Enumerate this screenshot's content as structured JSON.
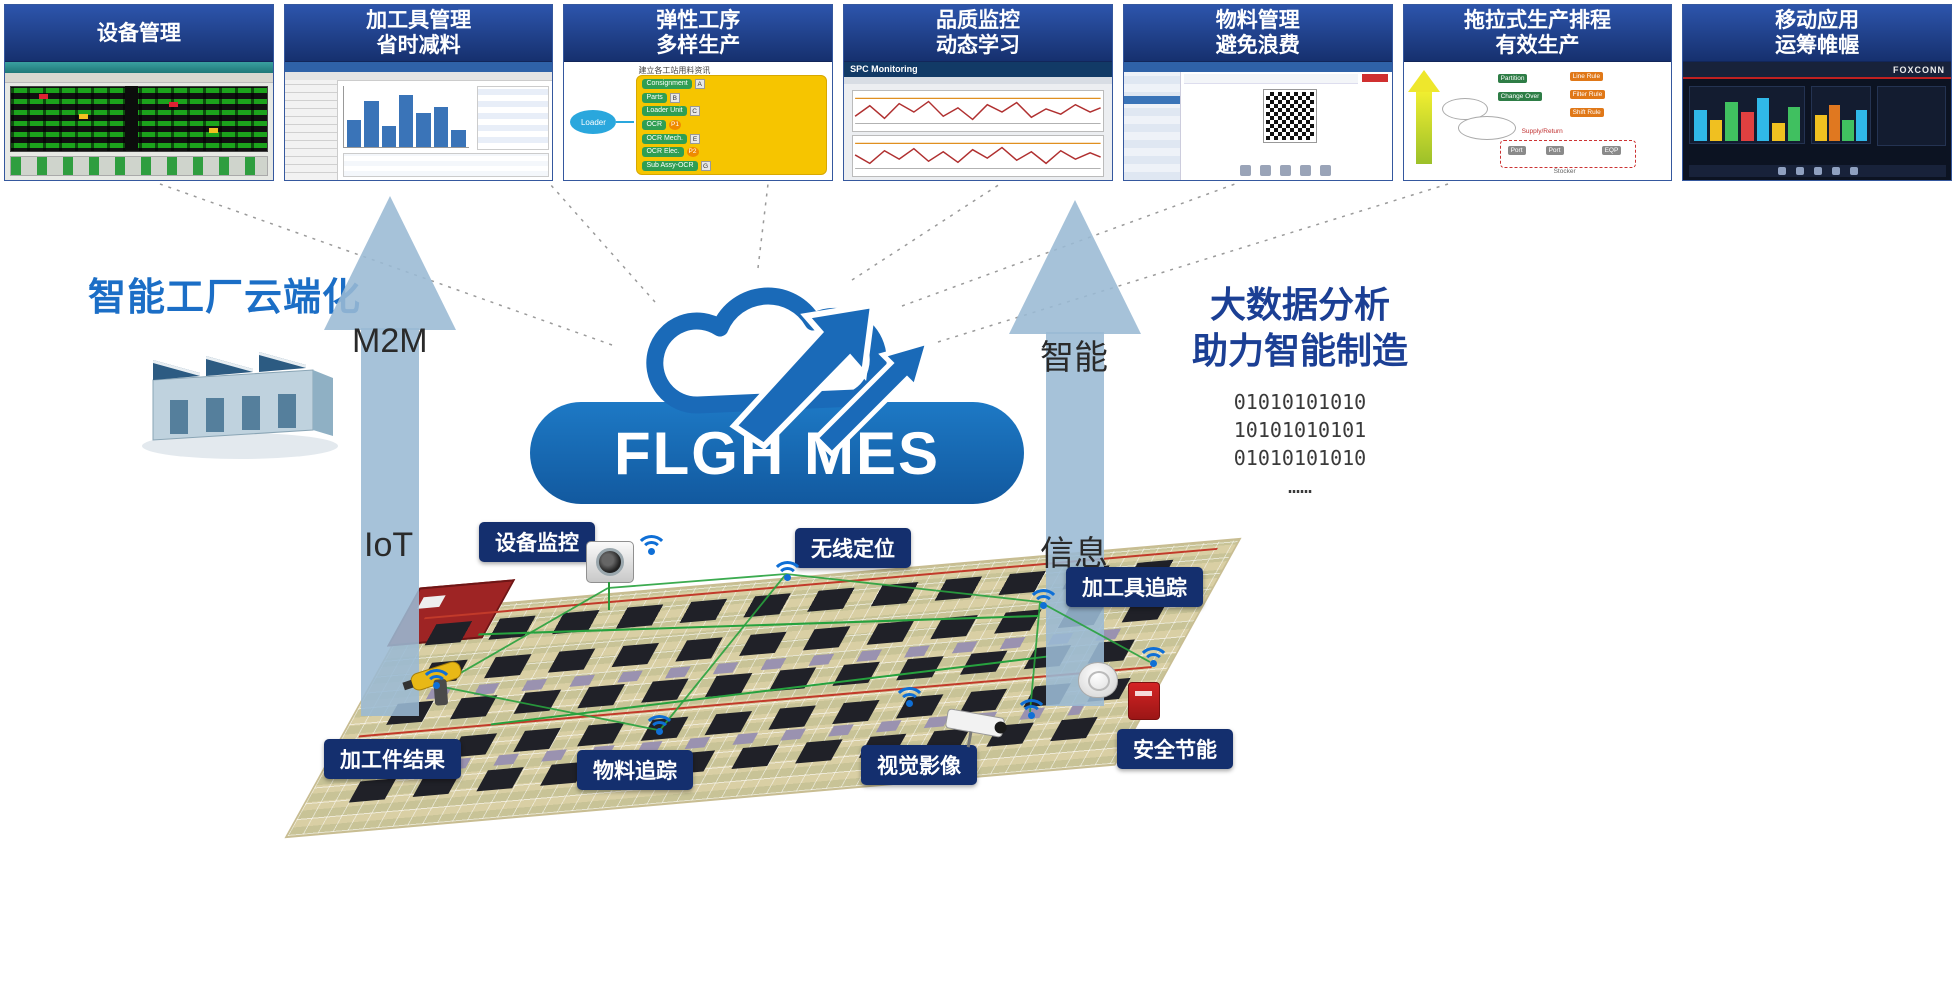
{
  "cards": [
    {
      "line1": "设备管理",
      "line2": ""
    },
    {
      "line1": "加工具管理",
      "line2": "省时减料"
    },
    {
      "line1": "弹性工序",
      "line2": "多样生产"
    },
    {
      "line1": "品质监控",
      "line2": "动态学习"
    },
    {
      "line1": "物料管理",
      "line2": "避免浪费"
    },
    {
      "line1": "拖拉式生产排程",
      "line2": "有效生产"
    },
    {
      "line1": "移动应用",
      "line2": "运筹帷幄"
    }
  ],
  "left_section": {
    "title": "智能工厂云端化"
  },
  "arrow_labels": {
    "m2m": "M2M",
    "iot": "IoT",
    "smart": "智能",
    "info": "信息"
  },
  "center": {
    "logo": "FLGH MES"
  },
  "right_section": {
    "title_line1": "大数据分析",
    "title_line2": "助力智能制造",
    "binary": [
      "01010101010",
      "10101010101",
      "01010101010",
      "……"
    ]
  },
  "callouts": {
    "device_monitor": "设备监控",
    "wireless_location": "无线定位",
    "tool_tracking": "加工具追踪",
    "workpiece_result": "加工件结果",
    "material_tracking": "物料追踪",
    "visual_imaging": "视觉影像",
    "safety_energy": "安全节能"
  },
  "shots": {
    "flow": {
      "header": "建立各工站用料资讯",
      "node": "Loader",
      "rows": [
        {
          "label": "Consignment",
          "chip": "A"
        },
        {
          "label": "Parts",
          "chip": "B"
        },
        {
          "label": "Loader Unit",
          "chip": "C"
        },
        {
          "label": "OCR",
          "chip": "P1"
        },
        {
          "label": "OCR Mech.",
          "chip": "E"
        },
        {
          "label": "OCR Elec.",
          "chip": "P2"
        },
        {
          "label": "Sub Assy-OCR",
          "chip": "G"
        }
      ]
    },
    "spc": {
      "title": "SPC Monitoring"
    },
    "schedule": {
      "partition": "Partition",
      "change_over": "Change Over",
      "line_rule": "Line Rule",
      "filter_rule": "Filter Rule",
      "shift_rule": "Shift Rule",
      "port1": "Port",
      "port2": "Port",
      "eqp": "EQP",
      "stocker": "Stocker",
      "supply": "Supply/Return"
    },
    "dashboard": {
      "brand": "FOXCONN"
    }
  },
  "colors": {
    "card_header_blue": "#16306E",
    "banner_blue": "#1B6FBB",
    "callout_navy": "#142F6E",
    "arrow_light_blue": "#9ABAD4",
    "left_title_blue": "#1B6EC6",
    "right_title_blue": "#1B3F94"
  }
}
